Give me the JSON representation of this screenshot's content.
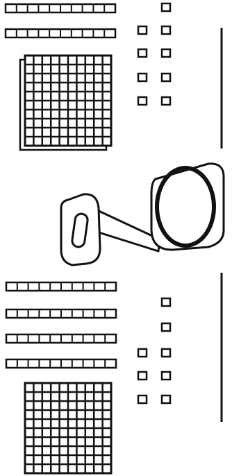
{
  "diagram": {
    "background": "#ffffff",
    "ink": "#111111",
    "top_group": {
      "rods": [
        10,
        10
      ],
      "flat": {
        "rows": 10,
        "cols": 10
      },
      "units": 9
    },
    "tool": {
      "icon": "magnifying-glass-icon"
    },
    "bottom_group": {
      "rods": [
        10,
        10,
        10,
        10
      ],
      "flat": {
        "rows": 10,
        "cols": 10
      },
      "units": 8
    }
  }
}
